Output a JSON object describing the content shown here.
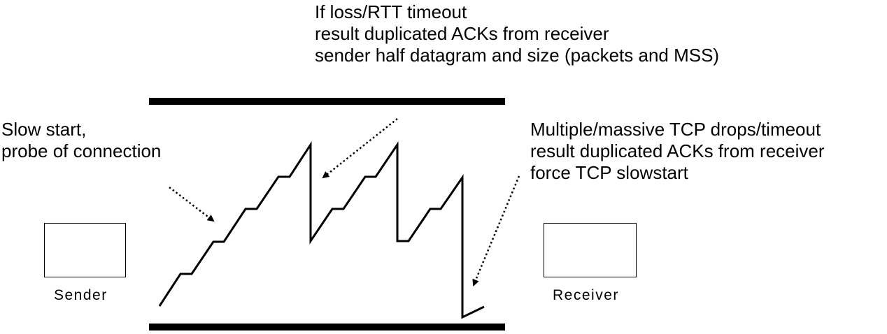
{
  "annotations": {
    "top": [
      "If loss/RTT timeout",
      "result duplicated ACKs from receiver",
      "sender half datagram and size (packets and MSS)"
    ],
    "left": [
      "Slow start,",
      "probe of connection"
    ],
    "right": [
      "Multiple/massive TCP drops/timeout",
      "result duplicated ACKs from receiver",
      "force TCP slowstart"
    ]
  },
  "nodes": {
    "sender": "Sender",
    "receiver": "Receiver"
  },
  "colors": {
    "ink": "#000000",
    "background": "#ffffff"
  }
}
